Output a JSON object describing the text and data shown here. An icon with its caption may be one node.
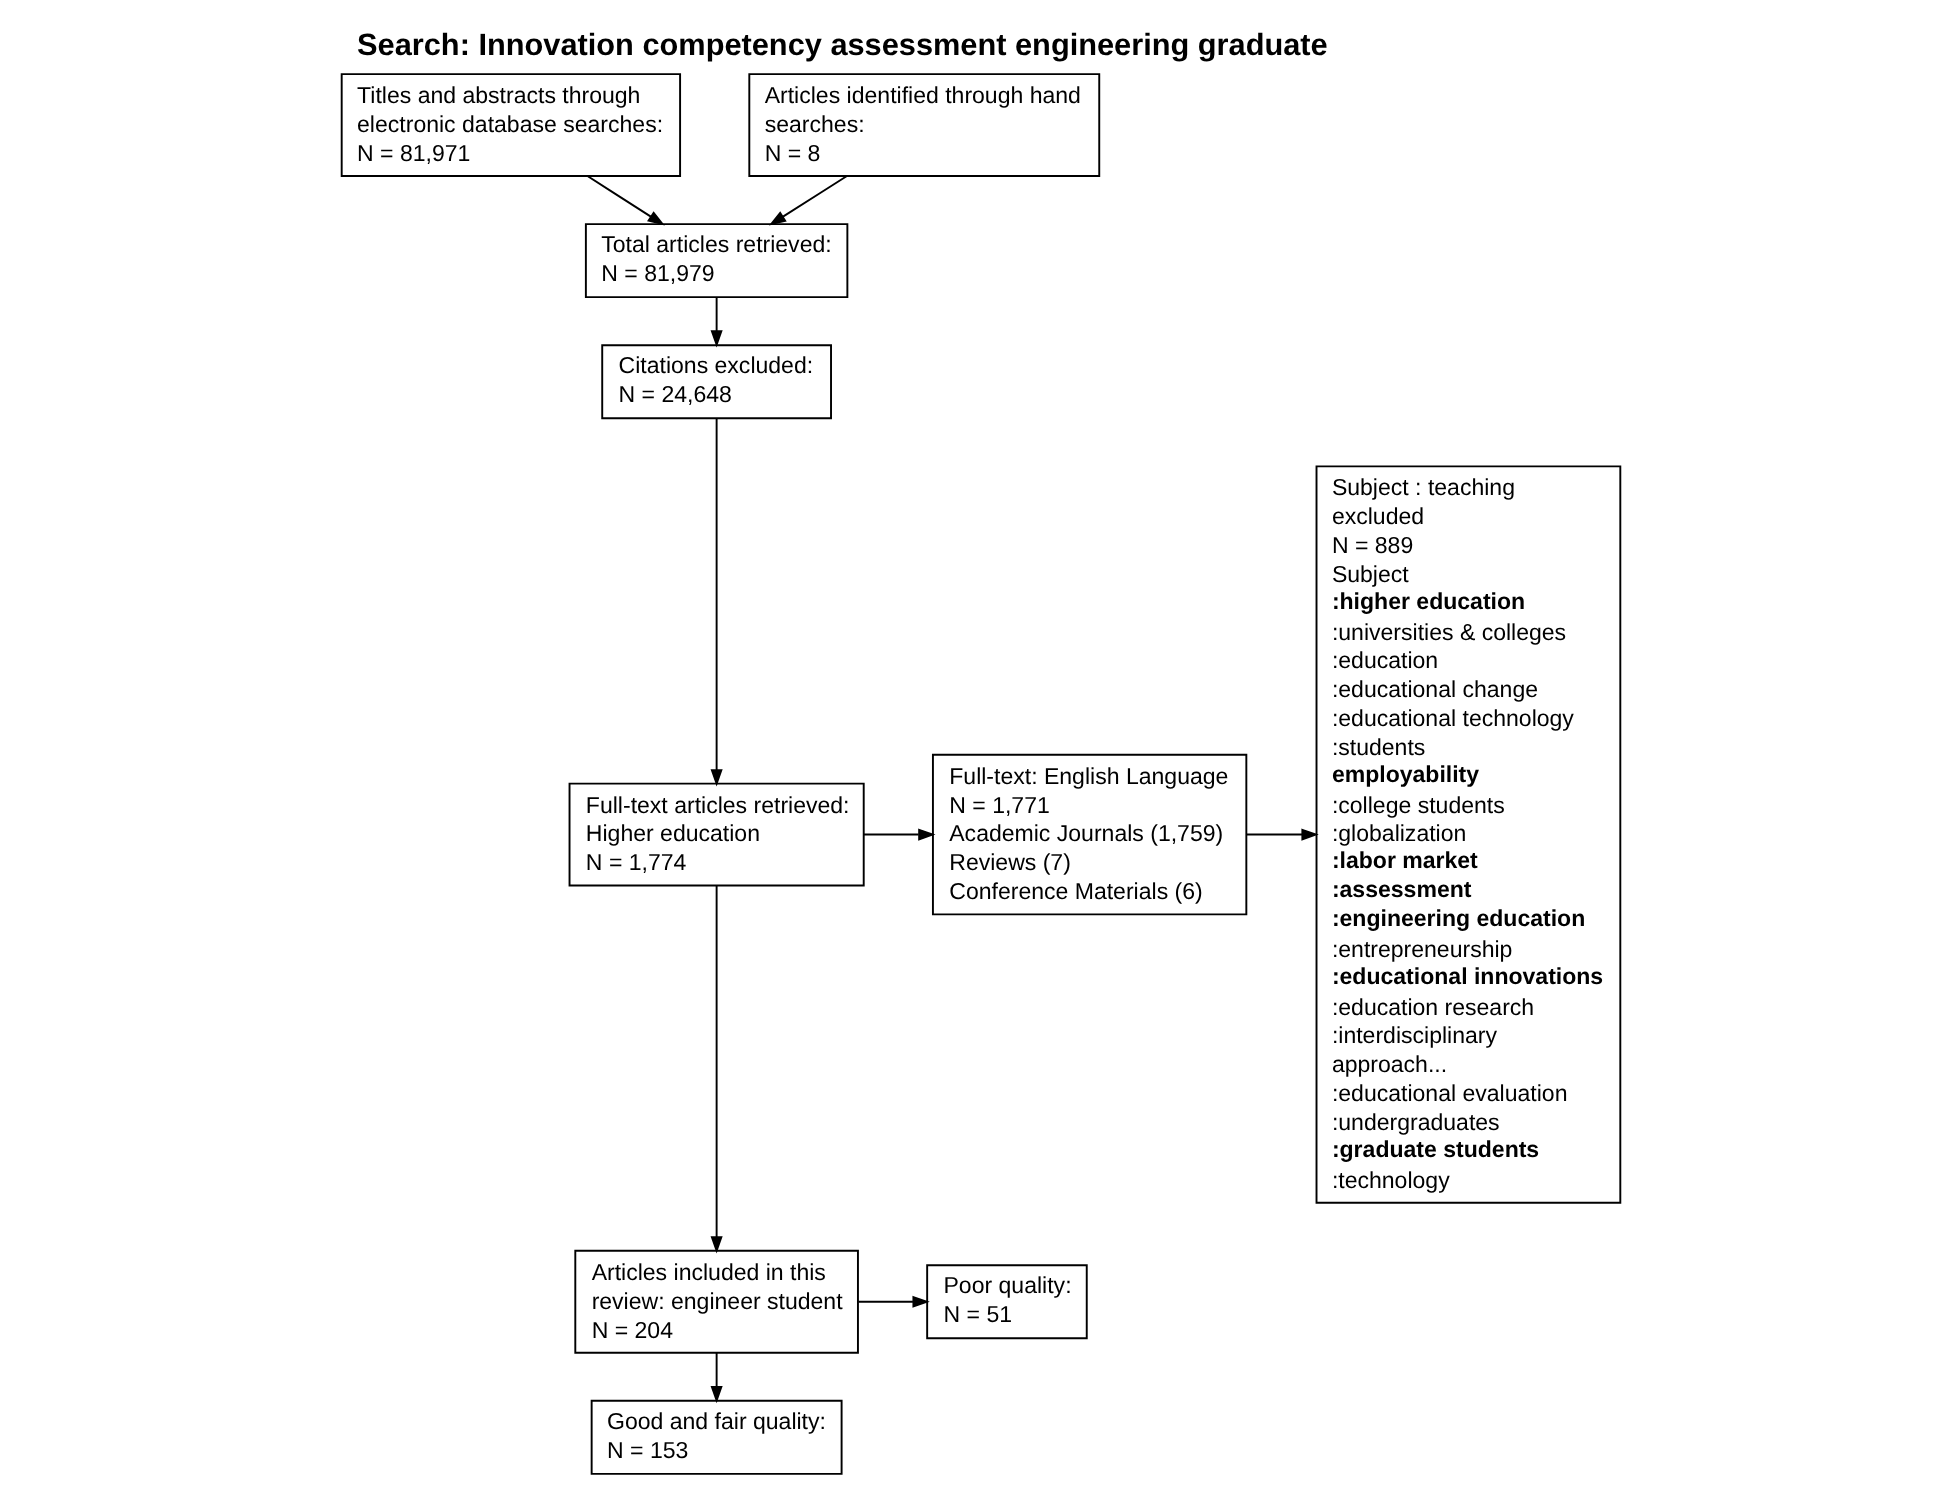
{
  "diagram": {
    "title": "Search: Innovation competency assessment engineering graduate",
    "nodes": [
      {
        "text": [
          "Titles and abstracts through electronic database searches:",
          "N = 81,971"
        ]
      },
      {
        "text": [
          "Articles identified through hand searches:",
          "N = 8"
        ]
      },
      {
        "text": [
          "Total articles retrieved:",
          "N = 81,979"
        ]
      },
      {
        "text": [
          "Citations excluded:",
          "N = 24,648"
        ]
      },
      {
        "text": [
          "Full-text articles retrieved: Higher education",
          "N = 1,774"
        ]
      },
      {
        "text": [
          "Full-text: English Language",
          "N = 1,771",
          "Academic Journals (1,759)",
          "Reviews (7)",
          "Conference Materials (6)"
        ]
      },
      {
        "text": [
          "Subject : teaching excluded",
          "N = 889",
          "Subject",
          "**:higher education**",
          ":universities & colleges",
          ":education",
          ":educational change",
          ":educational technology",
          ":students",
          "**employability**",
          ":college students",
          ":globalization",
          "**:labor market**",
          "**:assessment**",
          "**:engineering education**",
          ":entrepreneurship",
          "**:educational innovations**",
          ":education research",
          ":interdisciplinary approach...",
          ":educational evaluation",
          ":undergraduates",
          "**:graduate students**",
          ":technology"
        ]
      },
      {
        "text": [
          "Articles included in this review: engineer student",
          "N = 204"
        ]
      },
      {
        "text": [
          "Poor quality:",
          "N = 51"
        ]
      },
      {
        "text": [
          "Good and fair quality:",
          "N = 153"
        ]
      }
    ],
    "edges": [
      {
        "from": 0,
        "to": 2,
        "arrow": "to"
      },
      {
        "from": 1,
        "to": 2,
        "arrow": "to"
      },
      {
        "from": 2,
        "to": 3,
        "arrow": "to"
      },
      {
        "from": 3,
        "to": 4,
        "arrow": "to"
      },
      {
        "from": 4,
        "to": 5,
        "arrow": "to"
      },
      {
        "from": 5,
        "to": 6,
        "arrow": "to"
      },
      {
        "from": 4,
        "to": 7,
        "arrow": "to"
      },
      {
        "from": 7,
        "to": 8,
        "arrow": "to"
      },
      {
        "from": 7,
        "to": 9,
        "arrow": "to"
      }
    ]
  }
}
